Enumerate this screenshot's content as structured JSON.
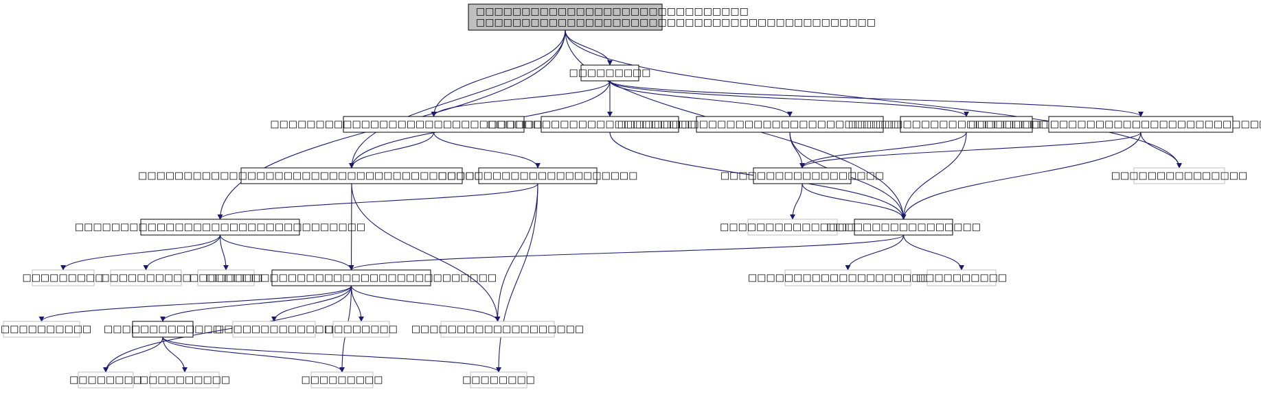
{
  "colors": {
    "edge": "#191970",
    "solid_border": "#000000",
    "muted_border": "#bfbfbf",
    "root_fill": "#bfbfbf",
    "fill": "#ffffff"
  },
  "nodes": [
    {
      "id": "root",
      "style": "root",
      "lines": [
        "□□□□□□□□□□□□□□□□□□□□□□□□□□□□□□",
        "□□□□□□□□□□□□□□□□□□□□□□□□□□□□□□□□□□□□□□□□□□□□"
      ]
    },
    {
      "id": "n_hub",
      "style": "solid",
      "lines": [
        "□□□□□□□□□"
      ]
    },
    {
      "id": "n_a",
      "style": "solid",
      "lines": [
        "□□□□□□□□□□□□□□□□□□□□□□□□□□□□□□□□□□□□"
      ]
    },
    {
      "id": "n_b",
      "style": "solid",
      "lines": [
        "□□□□□□□□□□□□□□□□□□□□□□□□□□□"
      ]
    },
    {
      "id": "n_c",
      "style": "solid",
      "lines": [
        "□□□□□□□□□□□□□□□□□□□□□□□□□□□□□□□□□□□□□□"
      ]
    },
    {
      "id": "n_d",
      "style": "solid",
      "lines": [
        "□□□□□□□□□□□□□□□□□□□□□□□□□□"
      ]
    },
    {
      "id": "n_e",
      "style": "solid",
      "lines": [
        "□□□□□□□□□□□□□□□□□□□□□□□□□□□□□□□□□□□□□□"
      ]
    },
    {
      "id": "n_big",
      "style": "solid",
      "lines": [
        "□□□□□□□□□□□□□□□□□□□□□□□□□□□□□□□□□□□□□□□□□□□□□□□"
      ]
    },
    {
      "id": "n_f",
      "style": "solid",
      "lines": [
        "□□□□□□□□□□□□□□□□□□□□□□"
      ]
    },
    {
      "id": "n_g",
      "style": "solid",
      "lines": [
        "□□□□□□□□□□□□□□□□□□"
      ]
    },
    {
      "id": "n_h",
      "style": "muted",
      "lines": [
        "□□□□□□□□□□□□□□□"
      ]
    },
    {
      "id": "n_i",
      "style": "solid",
      "lines": [
        "□□□□□□□□□□□□□□□□□□□□□□□□□□□□□□□□"
      ]
    },
    {
      "id": "n_j",
      "style": "muted",
      "lines": [
        "□□□□□□□□□□□□□□□□"
      ]
    },
    {
      "id": "n_k",
      "style": "solid",
      "lines": [
        "□□□□□□□□□□□□□□□□□"
      ]
    },
    {
      "id": "n_l",
      "style": "muted",
      "lines": [
        "□□□□□□□□□"
      ]
    },
    {
      "id": "n_m",
      "style": "muted",
      "lines": [
        "□□□□□□□□□□"
      ]
    },
    {
      "id": "n_n",
      "style": "muted",
      "lines": [
        "□□□□□□□□"
      ]
    },
    {
      "id": "n_core",
      "style": "solid",
      "lines": [
        "□□□□□□□□□□□□□□□□□□□□□□□□□□□□□□□□"
      ]
    },
    {
      "id": "n_o",
      "style": "muted",
      "lines": [
        "□□□□□□□□□□□□□□□□□□□□□□"
      ]
    },
    {
      "id": "n_p",
      "style": "muted",
      "lines": [
        "□□□□□□□□□□"
      ]
    },
    {
      "id": "n_q",
      "style": "muted",
      "lines": [
        "□□□□□□□□□□□"
      ]
    },
    {
      "id": "n_r",
      "style": "solid",
      "lines": [
        "□□□□□□□□□□□□□"
      ]
    },
    {
      "id": "n_s",
      "style": "muted",
      "lines": [
        "□□□□□□□□□□□□□"
      ]
    },
    {
      "id": "n_t",
      "style": "muted",
      "lines": [
        "□□□□□□□□"
      ]
    },
    {
      "id": "n_u",
      "style": "muted",
      "lines": [
        "□□□□□□□□□□□□□□□□□□□"
      ]
    },
    {
      "id": "n_v",
      "style": "muted",
      "lines": [
        "□□□□□□□□"
      ]
    },
    {
      "id": "n_w",
      "style": "muted",
      "lines": [
        "□□□□□□□□□□"
      ]
    },
    {
      "id": "n_x",
      "style": "muted",
      "lines": [
        "□□□□□□□□□"
      ]
    },
    {
      "id": "n_y",
      "style": "muted",
      "lines": [
        "□□□□□□□□"
      ]
    }
  ],
  "edges": [
    [
      "root",
      "n_hub"
    ],
    [
      "root",
      "n_a"
    ],
    [
      "root",
      "n_big"
    ],
    [
      "root",
      "n_i"
    ],
    [
      "root",
      "n_h"
    ],
    [
      "root",
      "n_k"
    ],
    [
      "n_hub",
      "n_a"
    ],
    [
      "n_hub",
      "n_big"
    ],
    [
      "n_hub",
      "n_b"
    ],
    [
      "n_hub",
      "n_c"
    ],
    [
      "n_hub",
      "n_d"
    ],
    [
      "n_hub",
      "n_e"
    ],
    [
      "n_a",
      "n_big"
    ],
    [
      "n_a",
      "n_f"
    ],
    [
      "n_b",
      "n_k"
    ],
    [
      "n_c",
      "n_g"
    ],
    [
      "n_c",
      "n_k"
    ],
    [
      "n_d",
      "n_g"
    ],
    [
      "n_d",
      "n_k"
    ],
    [
      "n_e",
      "n_g"
    ],
    [
      "n_e",
      "n_k"
    ],
    [
      "n_e",
      "n_h"
    ],
    [
      "n_big",
      "n_core"
    ],
    [
      "n_big",
      "n_u"
    ],
    [
      "n_f",
      "n_i"
    ],
    [
      "n_f",
      "n_u"
    ],
    [
      "n_f",
      "n_y"
    ],
    [
      "n_g",
      "n_j"
    ],
    [
      "n_g",
      "n_k"
    ],
    [
      "n_i",
      "n_l"
    ],
    [
      "n_i",
      "n_m"
    ],
    [
      "n_i",
      "n_n"
    ],
    [
      "n_i",
      "n_core"
    ],
    [
      "n_k",
      "n_core"
    ],
    [
      "n_k",
      "n_o"
    ],
    [
      "n_k",
      "n_p"
    ],
    [
      "n_core",
      "n_q"
    ],
    [
      "n_core",
      "n_r"
    ],
    [
      "n_core",
      "n_s"
    ],
    [
      "n_core",
      "n_t"
    ],
    [
      "n_core",
      "n_u"
    ],
    [
      "n_core",
      "n_v"
    ],
    [
      "n_core",
      "n_x"
    ],
    [
      "n_r",
      "n_v"
    ],
    [
      "n_r",
      "n_w"
    ],
    [
      "n_r",
      "n_x"
    ],
    [
      "n_r",
      "n_y"
    ]
  ]
}
